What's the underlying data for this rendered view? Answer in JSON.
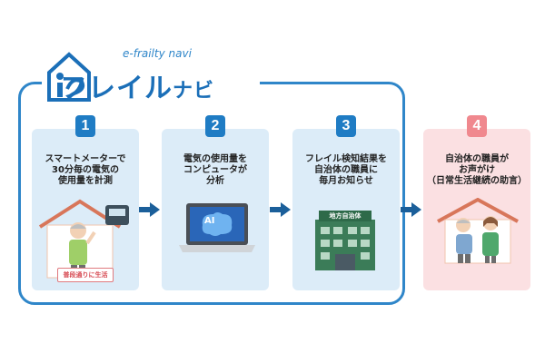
{
  "logo": {
    "title_main": "フレイル",
    "title_small": "ナビ",
    "subtitle": "e-frailty navi"
  },
  "steps": [
    {
      "number": "1",
      "line1": "スマートメーターで",
      "line2": "30分毎の電気の",
      "line3": "使用量を計測",
      "badge": "普段通りに生活"
    },
    {
      "number": "2",
      "line1": "電気の使用量を",
      "line2": "コンピュータが",
      "line3": "分析",
      "ai_label": "AI"
    },
    {
      "number": "3",
      "line1": "フレイル検知結果を",
      "line2": "自治体の職員に",
      "line3": "毎月お知らせ",
      "sign": "地方自治体"
    },
    {
      "number": "4",
      "line1": "自治体の職員が",
      "line2": "お声がけ",
      "line3": "（日常生活継続の助言）"
    }
  ],
  "colors": {
    "accent": "#1f7cc4",
    "frame": "#2f86c9",
    "panel_blue": "#dcecf8",
    "panel_pink": "#fbe0e2",
    "step4": "#f0888e"
  }
}
